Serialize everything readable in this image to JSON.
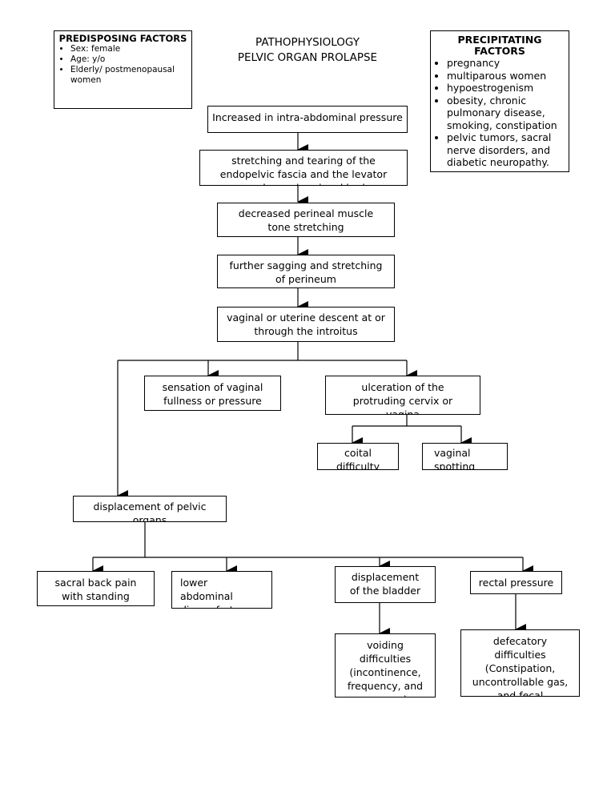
{
  "title": {
    "line1": "PATHOPHYSIOLOGY",
    "line2": "PELVIC ORGAN PROLAPSE"
  },
  "predisposing": {
    "heading": "PREDISPOSING FACTORS",
    "items": [
      "Sex: female",
      "Age: y/o",
      "Elderly/ postmenopausal women"
    ]
  },
  "precipitating": {
    "heading": "PRECIPITATING FACTORS",
    "items": [
      "pregnancy",
      "multiparous women",
      "hypoestrogenism",
      "obesity, chronic pulmonary disease, smoking, constipation",
      "pelvic tumors, sacral nerve disorders, and diabetic neuropathy."
    ]
  },
  "flow": {
    "increased_pressure": "Increased in intra-abdominal pressure",
    "stretching_tearing": "stretching and tearing of the endopelvic fascia and the levator muscles and perineal body",
    "decreased_tone": "decreased perineal muscle tone stretching",
    "further_sagging": "further sagging and stretching of perineum",
    "descent": "vaginal or uterine descent at or through the introitus",
    "sensation": "sensation of vaginal fullness or pressure",
    "ulceration": "ulceration of the protruding cervix or vagina",
    "coital": "coital difficulty",
    "spotting": "vaginal spotting",
    "displacement_pelvic": "displacement of pelvic organs",
    "sacral_pain": "sacral back pain with standing",
    "lower_abdominal": "lower abdominal discomfort",
    "displacement_bladder": "displacement of the bladder",
    "rectal_pressure": "rectal pressure",
    "voiding": "voiding difficulties (incontinence, frequency, and urgency)",
    "defecatory": "defecatory difficulties (Constipation, uncontrollable gas, and fecal incontinence)"
  }
}
